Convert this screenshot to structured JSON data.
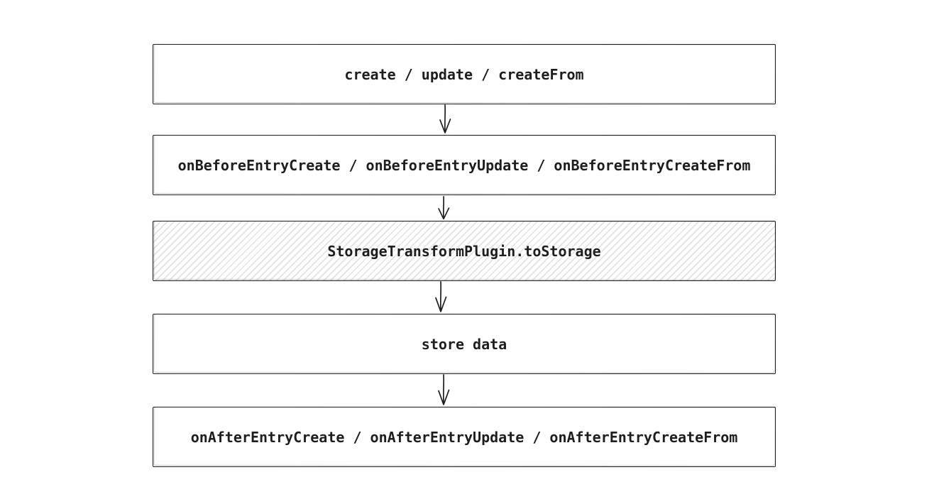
{
  "diagram": {
    "type": "flowchart",
    "direction": "top-down",
    "nodes": [
      {
        "id": "create-update-createFrom",
        "label": "create / update / createFrom",
        "style": "plain"
      },
      {
        "id": "onBefore-hooks",
        "label": "onBeforeEntryCreate / onBeforeEntryUpdate / onBeforeEntryCreateFrom",
        "style": "plain"
      },
      {
        "id": "storage-transform-plugin",
        "label": "StorageTransformPlugin.toStorage",
        "style": "hatched"
      },
      {
        "id": "store-data",
        "label": "store data",
        "style": "plain"
      },
      {
        "id": "onAfter-hooks",
        "label": "onAfterEntryCreate / onAfterEntryUpdate / onAfterEntryCreateFrom",
        "style": "plain"
      }
    ],
    "edges": [
      {
        "from": "create-update-createFrom",
        "to": "onBefore-hooks",
        "type": "arrow-down"
      },
      {
        "from": "onBefore-hooks",
        "to": "storage-transform-plugin",
        "type": "arrow-down"
      },
      {
        "from": "storage-transform-plugin",
        "to": "store-data",
        "type": "arrow-down"
      },
      {
        "from": "store-data",
        "to": "onAfter-hooks",
        "type": "arrow-down"
      }
    ],
    "colors": {
      "stroke": "#1e1e1e",
      "text": "#1e1e1e",
      "hatch": "#e4e4e4",
      "background": "#ffffff"
    }
  }
}
